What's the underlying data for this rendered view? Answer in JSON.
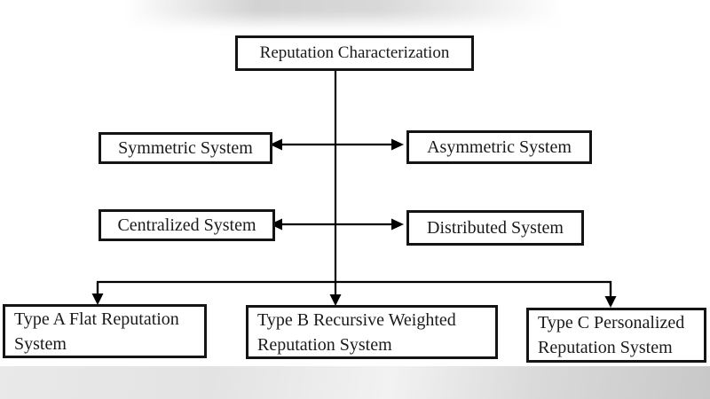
{
  "diagram_title": "Reputation Characterization",
  "nodes": {
    "root": "Reputation Characterization",
    "row1_left": "Symmetric System",
    "row1_right": "Asymmetric System",
    "row2_left": "Centralized System",
    "row2_right": "Distributed System",
    "leaf_a": "Type A Flat Reputation System",
    "leaf_b": "Type B Recursive Weighted Reputation System",
    "leaf_c": "Type C Personalized Reputation System"
  },
  "connectors": {
    "root_to_branch": "vertical trunk line",
    "row1": "double-headed arrow between Symmetric System and Asymmetric System",
    "row2": "double-headed arrow between Centralized System and Distributed System",
    "branch": "horizontal line with three downward arrows to Type A, Type B, Type C"
  },
  "colors": {
    "line": "#000000",
    "box_border": "#141414",
    "box_fill": "#ffffff",
    "text": "#1a1a1a",
    "bottom_band": "#dcdcdc",
    "top_smudge": "#d6d6d6"
  }
}
